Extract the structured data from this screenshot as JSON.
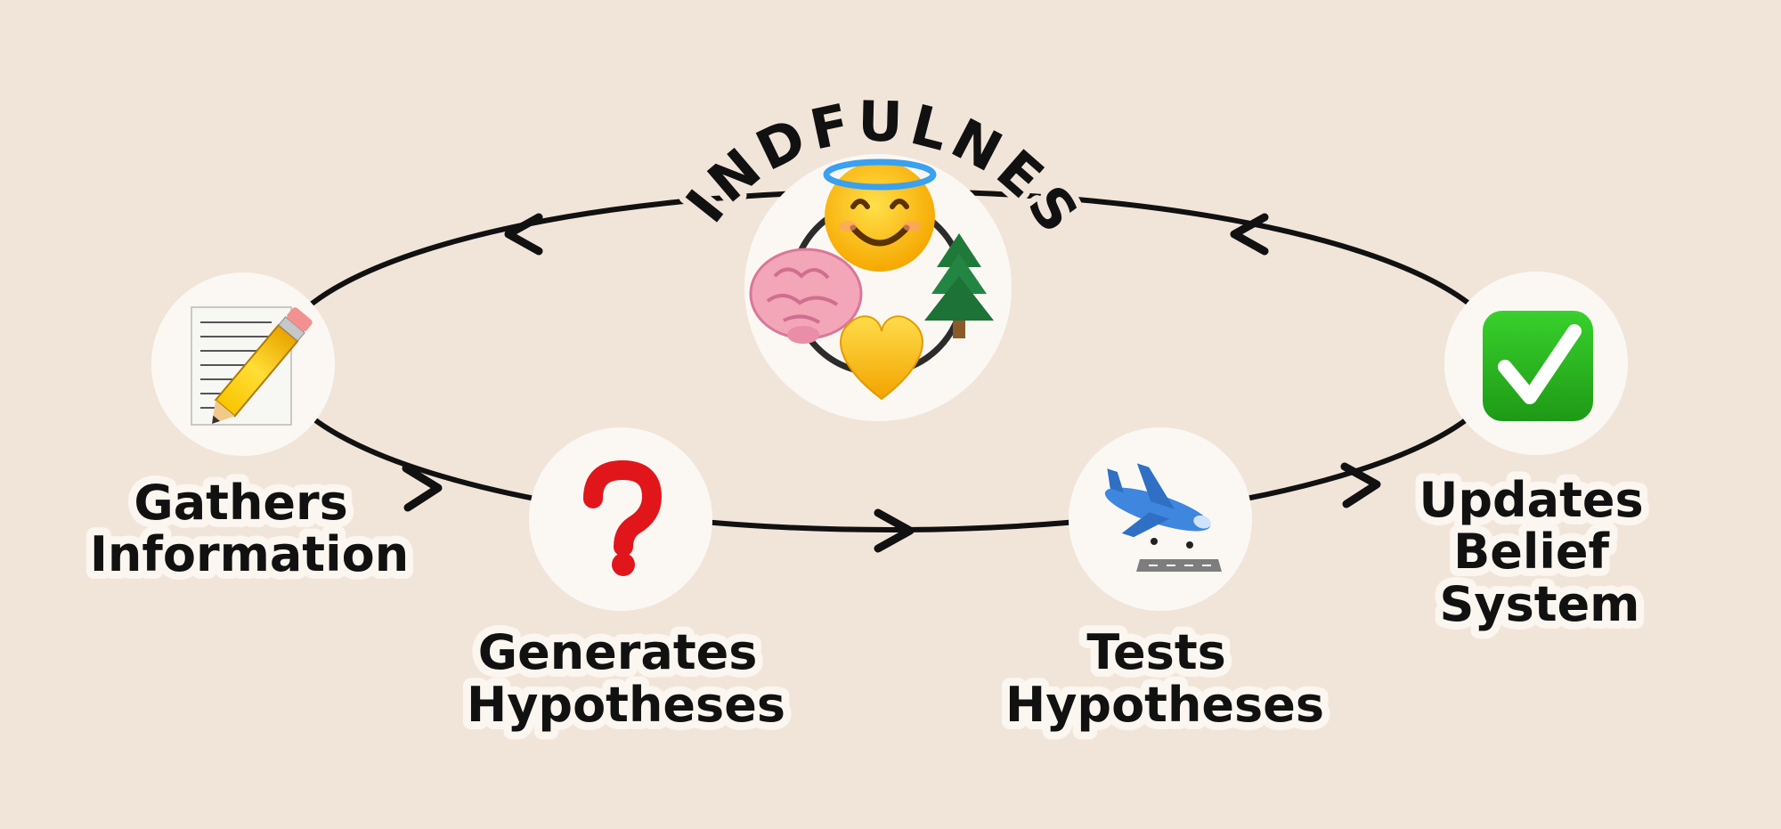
{
  "diagram": {
    "title": "MINDFULNESS",
    "colors": {
      "background": "#f1e5da",
      "line": "#111111",
      "node_fill": "#fbf8f3",
      "text": "#111111"
    },
    "nodes": [
      {
        "id": "gathers",
        "label_lines": [
          "Gathers",
          "Information"
        ],
        "icon": "notepad-pencil-icon"
      },
      {
        "id": "generates",
        "label_lines": [
          "Generates",
          "Hypotheses"
        ],
        "icon": "red-question-mark-icon"
      },
      {
        "id": "tests",
        "label_lines": [
          "Tests",
          "Hypotheses"
        ],
        "icon": "airplane-landing-icon"
      },
      {
        "id": "updates",
        "label_lines": [
          "Updates",
          "Belief",
          "System"
        ],
        "icon": "green-check-mark-icon"
      }
    ],
    "center": {
      "icons": [
        "halo-smiling-face-icon",
        "brain-icon",
        "yellow-heart-icon",
        "evergreen-tree-icon"
      ]
    },
    "flow_direction": "clockwise"
  }
}
